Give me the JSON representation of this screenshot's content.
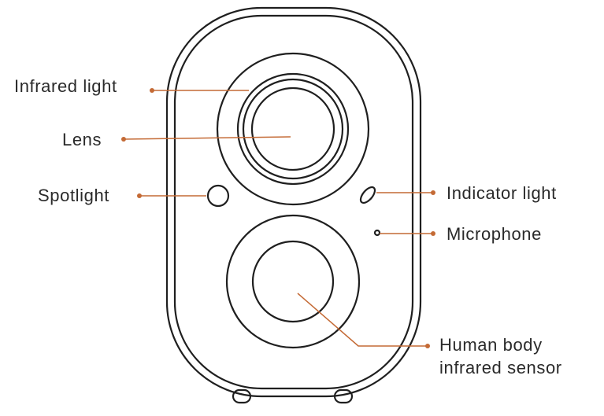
{
  "colors": {
    "leader": "#c46a35",
    "outline": "#1f1f1f",
    "text": "#2a2a2a"
  },
  "labels": {
    "infrared_light": "Infrared light",
    "lens": "Lens",
    "spotlight": "Spotlight",
    "indicator_light": "Indicator light",
    "microphone": "Microphone",
    "pir_sensor_line1": "Human body",
    "pir_sensor_line2": "infrared sensor"
  }
}
